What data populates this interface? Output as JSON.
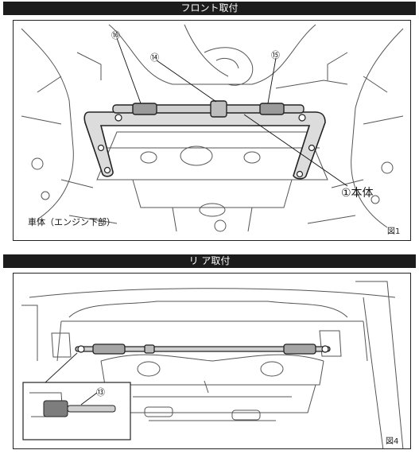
{
  "front": {
    "title": "フロント取付",
    "callouts": {
      "c16": "⑯",
      "c14": "⑭",
      "c15": "⑮"
    },
    "body_label": "①本体",
    "area_label": "車体（エンジン下部）",
    "figure": "図1"
  },
  "rear": {
    "title": "リ  ア取付",
    "callouts": {
      "c13": "⑬"
    },
    "figure": "図4"
  }
}
